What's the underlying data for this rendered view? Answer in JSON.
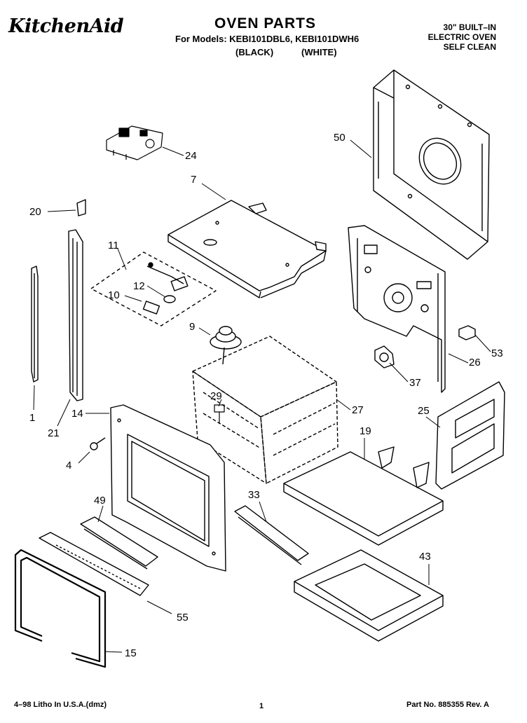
{
  "header": {
    "brand": "KitchenAid",
    "title": "OVEN PARTS",
    "models_line": "For Models: KEBI101DBL6, KEBI101DWH6",
    "color_black": "(BLACK)",
    "color_white": "(WHITE)",
    "type_lines": [
      "30\" BUILT–IN",
      "ELECTRIC OVEN",
      "SELF CLEAN"
    ]
  },
  "callouts": [
    {
      "id": "c50",
      "label": "50"
    },
    {
      "id": "c24",
      "label": "24"
    },
    {
      "id": "c7",
      "label": "7"
    },
    {
      "id": "c20",
      "label": "20"
    },
    {
      "id": "c11",
      "label": "11"
    },
    {
      "id": "c12",
      "label": "12"
    },
    {
      "id": "c10",
      "label": "10"
    },
    {
      "id": "c9",
      "label": "9"
    },
    {
      "id": "c53",
      "label": "53"
    },
    {
      "id": "c26",
      "label": "26"
    },
    {
      "id": "c37",
      "label": "37"
    },
    {
      "id": "c29",
      "label": "29"
    },
    {
      "id": "c27",
      "label": "27"
    },
    {
      "id": "c25",
      "label": "25"
    },
    {
      "id": "c1",
      "label": "1"
    },
    {
      "id": "c21",
      "label": "21"
    },
    {
      "id": "c14",
      "label": "14"
    },
    {
      "id": "c4",
      "label": "4"
    },
    {
      "id": "c19",
      "label": "19"
    },
    {
      "id": "c33",
      "label": "33"
    },
    {
      "id": "c49",
      "label": "49"
    },
    {
      "id": "c43",
      "label": "43"
    },
    {
      "id": "c55",
      "label": "55"
    },
    {
      "id": "c15",
      "label": "15"
    }
  ],
  "footer": {
    "litho": "4–98 Litho In U.S.A.(dmz)",
    "page": "1",
    "part_no": "Part No. 885355 Rev. A"
  }
}
